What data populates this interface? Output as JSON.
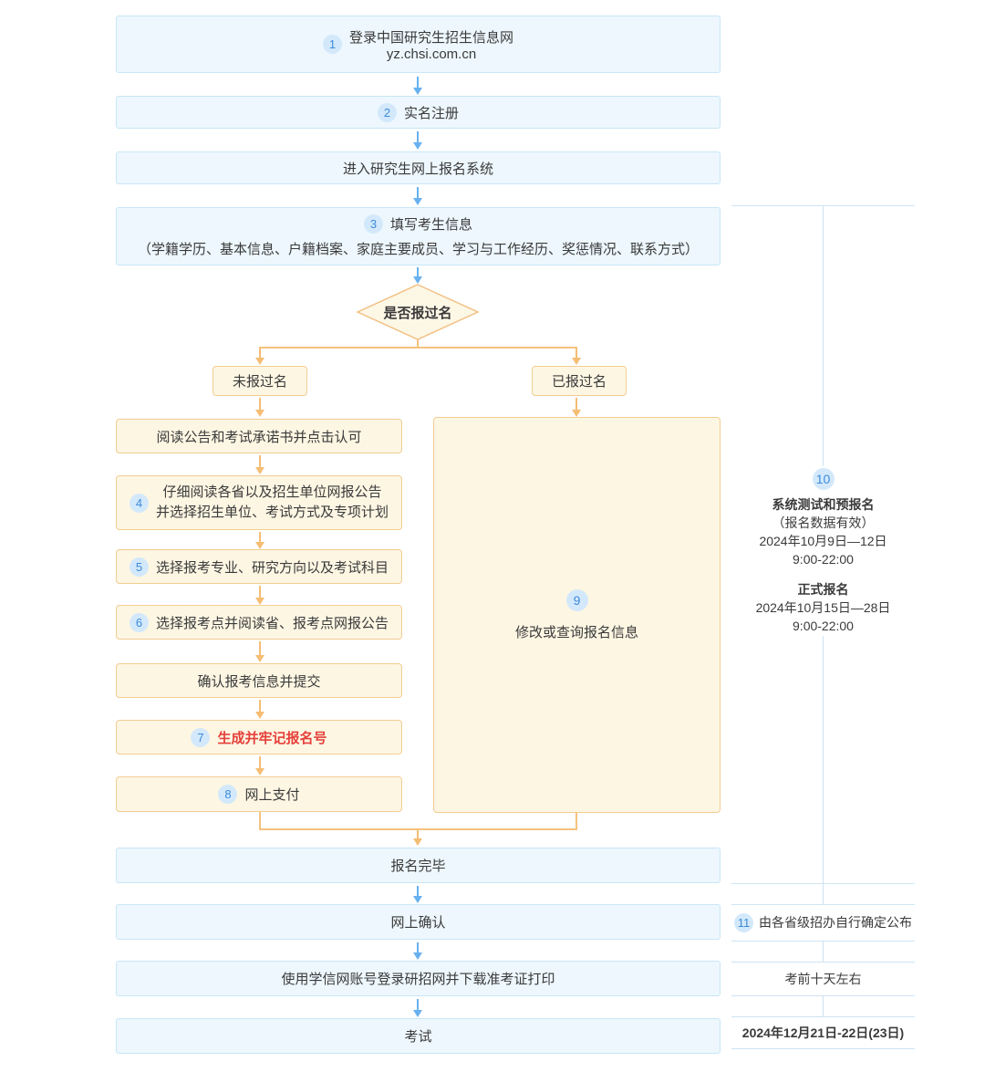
{
  "colors": {
    "blue_box_bg": "#edf7fd",
    "blue_box_border": "#c9e6f7",
    "orange_box_bg": "#fdf6e3",
    "orange_box_border": "#f2cd92",
    "blue_arrow": "#68b1ef",
    "orange_arrow": "#f5bd74",
    "badge_bg": "#d3e9fb",
    "badge_text": "#3d8ad8",
    "text": "#3a3a3a",
    "highlight_red": "#e5403a",
    "timeline_line": "#cfe4f3"
  },
  "flow": {
    "step1": {
      "badge": "1",
      "title": "登录中国研究生招生信息网",
      "url": "yz.chsi.com.cn"
    },
    "step2": {
      "badge": "2",
      "label": "实名注册"
    },
    "enter": {
      "label": "进入研究生网上报名系统"
    },
    "step3": {
      "badge": "3",
      "label": "填写考生信息",
      "detail": "（学籍学历、基本信息、户籍档案、家庭主要成员、学习与工作经历、奖惩情况、联系方式）"
    },
    "decision": {
      "label": "是否报过名"
    },
    "branch_no": {
      "label": "未报过名"
    },
    "branch_yes": {
      "label": "已报过名"
    },
    "read_notice": {
      "label": "阅读公告和考试承诺书并点击认可"
    },
    "step4": {
      "badge": "4",
      "line1": "仔细阅读各省以及招生单位网报公告",
      "line2": "并选择招生单位、考试方式及专项计划"
    },
    "step5": {
      "badge": "5",
      "label": "选择报考专业、研究方向以及考试科目"
    },
    "step6": {
      "badge": "6",
      "label": "选择报考点并阅读省、报考点网报公告"
    },
    "confirm_submit": {
      "label": "确认报考信息并提交"
    },
    "step7": {
      "badge": "7",
      "label": "生成并牢记报名号"
    },
    "step8": {
      "badge": "8",
      "label": "网上支付"
    },
    "step9": {
      "badge": "9",
      "label": "修改或查询报名信息"
    },
    "finish": {
      "label": "报名完毕"
    },
    "online_confirm": {
      "label": "网上确认"
    },
    "download_ticket": {
      "label": "使用学信网账号登录研招网并下载准考证打印"
    },
    "exam": {
      "label": "考试"
    }
  },
  "timeline": {
    "step10": {
      "badge": "10",
      "phase1_title": "系统测试和预报名",
      "phase1_note": "（报名数据有效）",
      "phase1_date": "2024年10月9日—12日",
      "phase1_time": "9:00-22:00",
      "phase2_title": "正式报名",
      "phase2_date": "2024年10月15日—28日",
      "phase2_time": "9:00-22:00"
    },
    "step11": {
      "badge": "11",
      "label": "由各省级招办自行确定公布"
    },
    "ticket_note": "考前十天左右",
    "exam_date": "2024年12月21日-22日(23日)"
  }
}
